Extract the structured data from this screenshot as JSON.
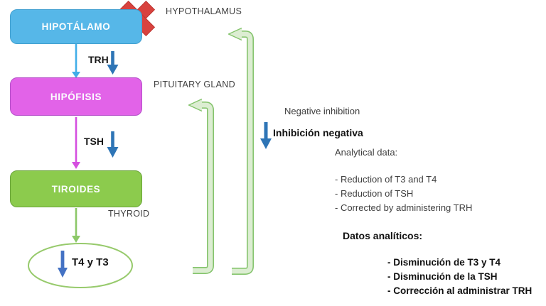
{
  "nodes": {
    "hypothalamus": {
      "label_es": "HIPOTÁLAMO",
      "label_en": "HYPOTHALAMUS",
      "fill": "#56b7e8"
    },
    "pituitary": {
      "label_es": "HIPÓFISIS",
      "label_en": "PITUITARY GLAND",
      "fill": "#e263e8"
    },
    "thyroid": {
      "label_es": "TIROIDES",
      "label_en": "THYROID",
      "fill": "#8ccb4d"
    },
    "result": {
      "label": "T4 y T3"
    }
  },
  "hormones": {
    "trh": "TRH",
    "tsh": "TSH"
  },
  "inhibition": {
    "label_en": "Negative inhibition",
    "label_es": "Inhibición negativa"
  },
  "analytical_en": {
    "title": "Analytical data:",
    "items": [
      "- Reduction of T3 and T4",
      "- Reduction of TSH",
      "- Corrected by administering TRH"
    ]
  },
  "analytical_es": {
    "title": "Datos analíticos:",
    "items": [
      "- Disminución de T3 y T4",
      "- Disminución de la TSH",
      "- Corrección al administrar TRH"
    ]
  },
  "icons": {
    "blocked_x": "blocked-x-icon",
    "decrease_arrows": "down-arrow-icon"
  },
  "colors": {
    "hypothalamus_fill": "#56b7e8",
    "pituitary_fill": "#e263e8",
    "thyroid_fill": "#8ccb4d",
    "connector_cyan": "#41aee8",
    "connector_magenta": "#d54fe0",
    "connector_green": "#8cc868",
    "solid_arrow_blue": "#2e75b6",
    "ellipse_arrow_blue": "#4472c4",
    "feedback_fill": "#dcedd2",
    "feedback_stroke": "#85c46d",
    "x_red": "#d8423e",
    "text_dark": "#3f3f3f"
  }
}
